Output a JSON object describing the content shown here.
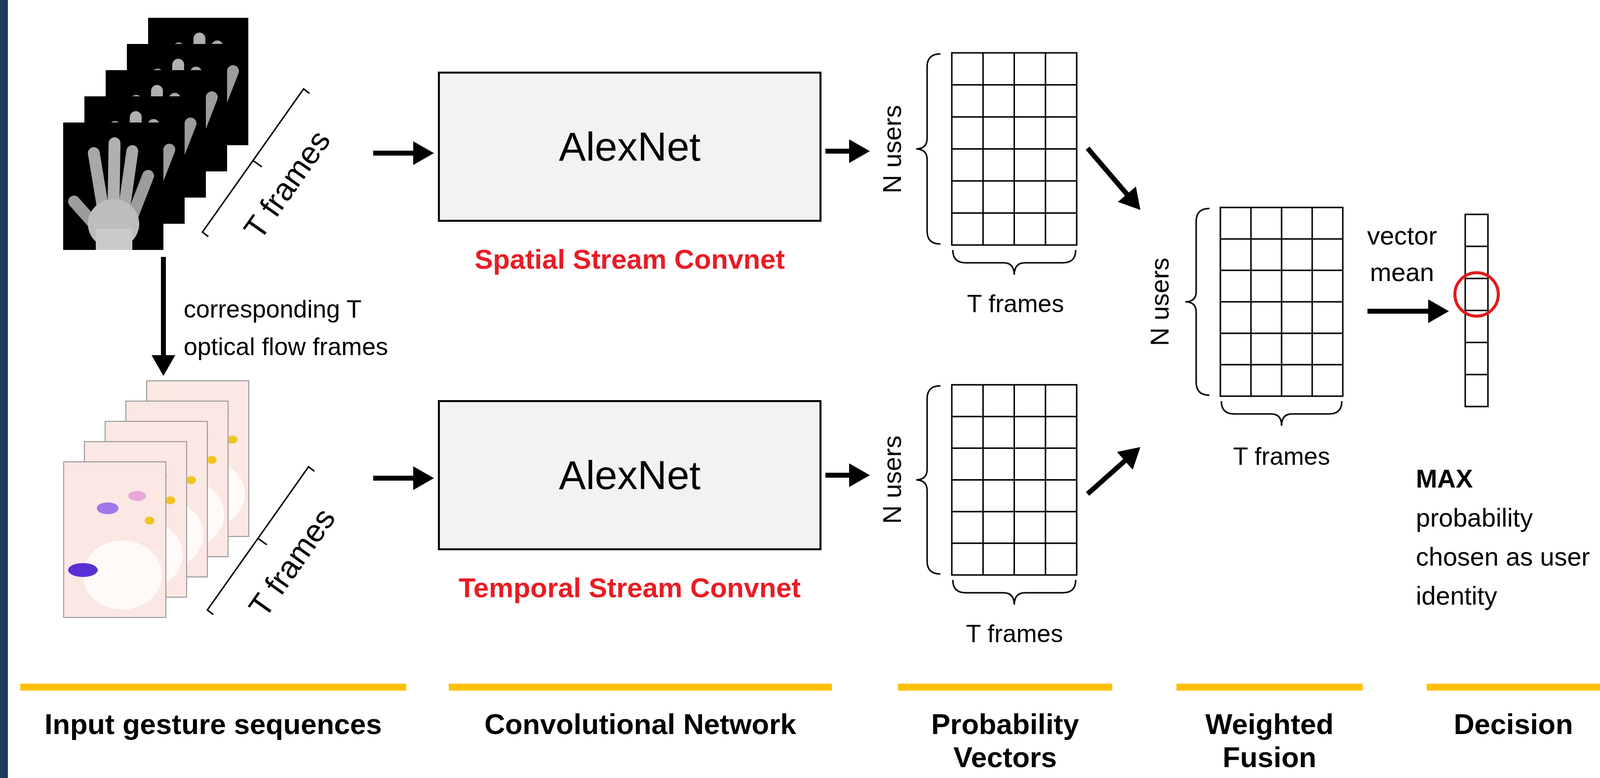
{
  "diagram": {
    "nodes": [
      {
        "text": [
          "T frames"
        ]
      },
      {
        "text": [
          "AlexNet",
          "Spatial Stream Convnet"
        ]
      },
      {
        "text": [
          "N users",
          "T frames"
        ]
      },
      {
        "text": [
          "N users",
          "T frames"
        ]
      },
      {
        "text": [
          "T frames"
        ]
      },
      {
        "text": [
          "AlexNet",
          "Temporal Stream Convnet"
        ]
      },
      {
        "text": [
          "N users",
          "T frames"
        ]
      }
    ],
    "edges": [
      {
        "from": 0,
        "to": 4,
        "arrow": "to",
        "label": "corresponding T optical flow frames"
      },
      {
        "from": 0,
        "to": 1,
        "arrow": "to"
      },
      {
        "from": 1,
        "to": 2,
        "arrow": "to"
      },
      {
        "from": 4,
        "to": 5,
        "arrow": "to"
      },
      {
        "from": 5,
        "to": 6,
        "arrow": "to"
      },
      {
        "from": 2,
        "to": 3,
        "arrow": "to"
      },
      {
        "from": 6,
        "to": 3,
        "arrow": "to"
      }
    ],
    "labels": [
      "vector mean",
      "MAX",
      "probability chosen as user identity",
      "Input gesture sequences",
      "Convolutional Network",
      "Probability Vectors",
      "Weighted Fusion",
      "Decision"
    ]
  }
}
